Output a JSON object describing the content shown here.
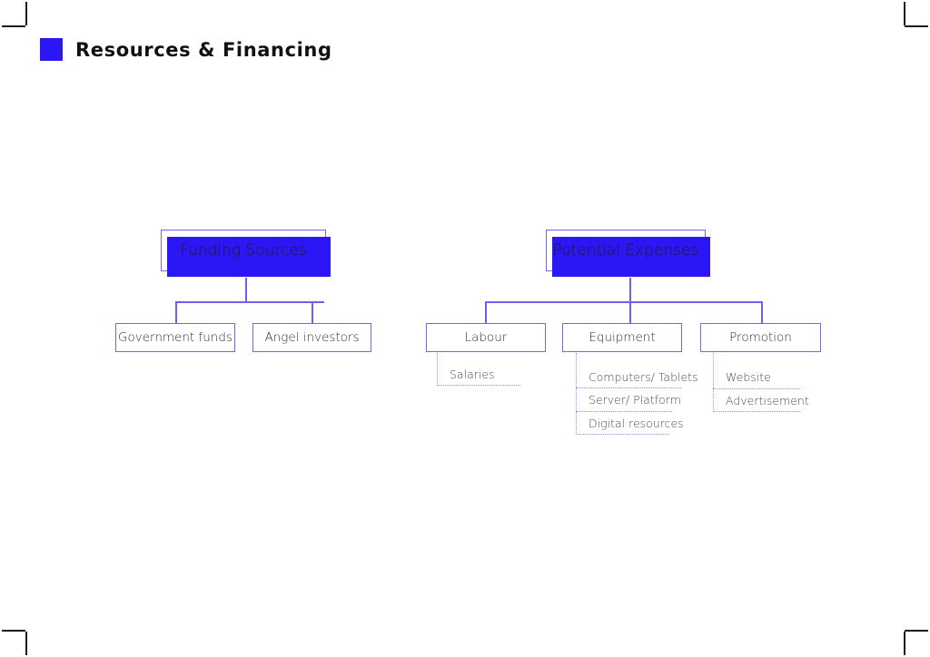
{
  "slide": {
    "title": "Resources & Financing",
    "accent_color": "#2b16f5",
    "node_border_color": "#7566f0",
    "dotted_color": "#9a8ef5",
    "background": "#ffffff"
  },
  "marks": {
    "top_left": "crop-mark",
    "top_right": "crop-mark",
    "bottom_left": "crop-mark",
    "bottom_right": "crop-mark"
  },
  "tree": {
    "branches": [
      {
        "id": "funding-sources",
        "label": "Funding Sources",
        "children": [
          {
            "id": "government-funds",
            "label": "Government funds",
            "leaves": []
          },
          {
            "id": "angel-investors",
            "label": "Angel investors",
            "leaves": []
          }
        ]
      },
      {
        "id": "potential-expenses",
        "label": "Potential Expenses",
        "children": [
          {
            "id": "labour",
            "label": "Labour",
            "leaves": [
              {
                "id": "salaries",
                "label": "Salaries"
              }
            ]
          },
          {
            "id": "equipment",
            "label": "Equipment",
            "leaves": [
              {
                "id": "computers-tablets",
                "label": "Computers/ Tablets"
              },
              {
                "id": "server-platform",
                "label": "Server/ Platform"
              },
              {
                "id": "digital-resources",
                "label": "Digital resources"
              }
            ]
          },
          {
            "id": "promotion",
            "label": "Promotion",
            "leaves": [
              {
                "id": "website",
                "label": "Website"
              },
              {
                "id": "advertisement",
                "label": "Advertisement"
              }
            ]
          }
        ]
      }
    ]
  }
}
